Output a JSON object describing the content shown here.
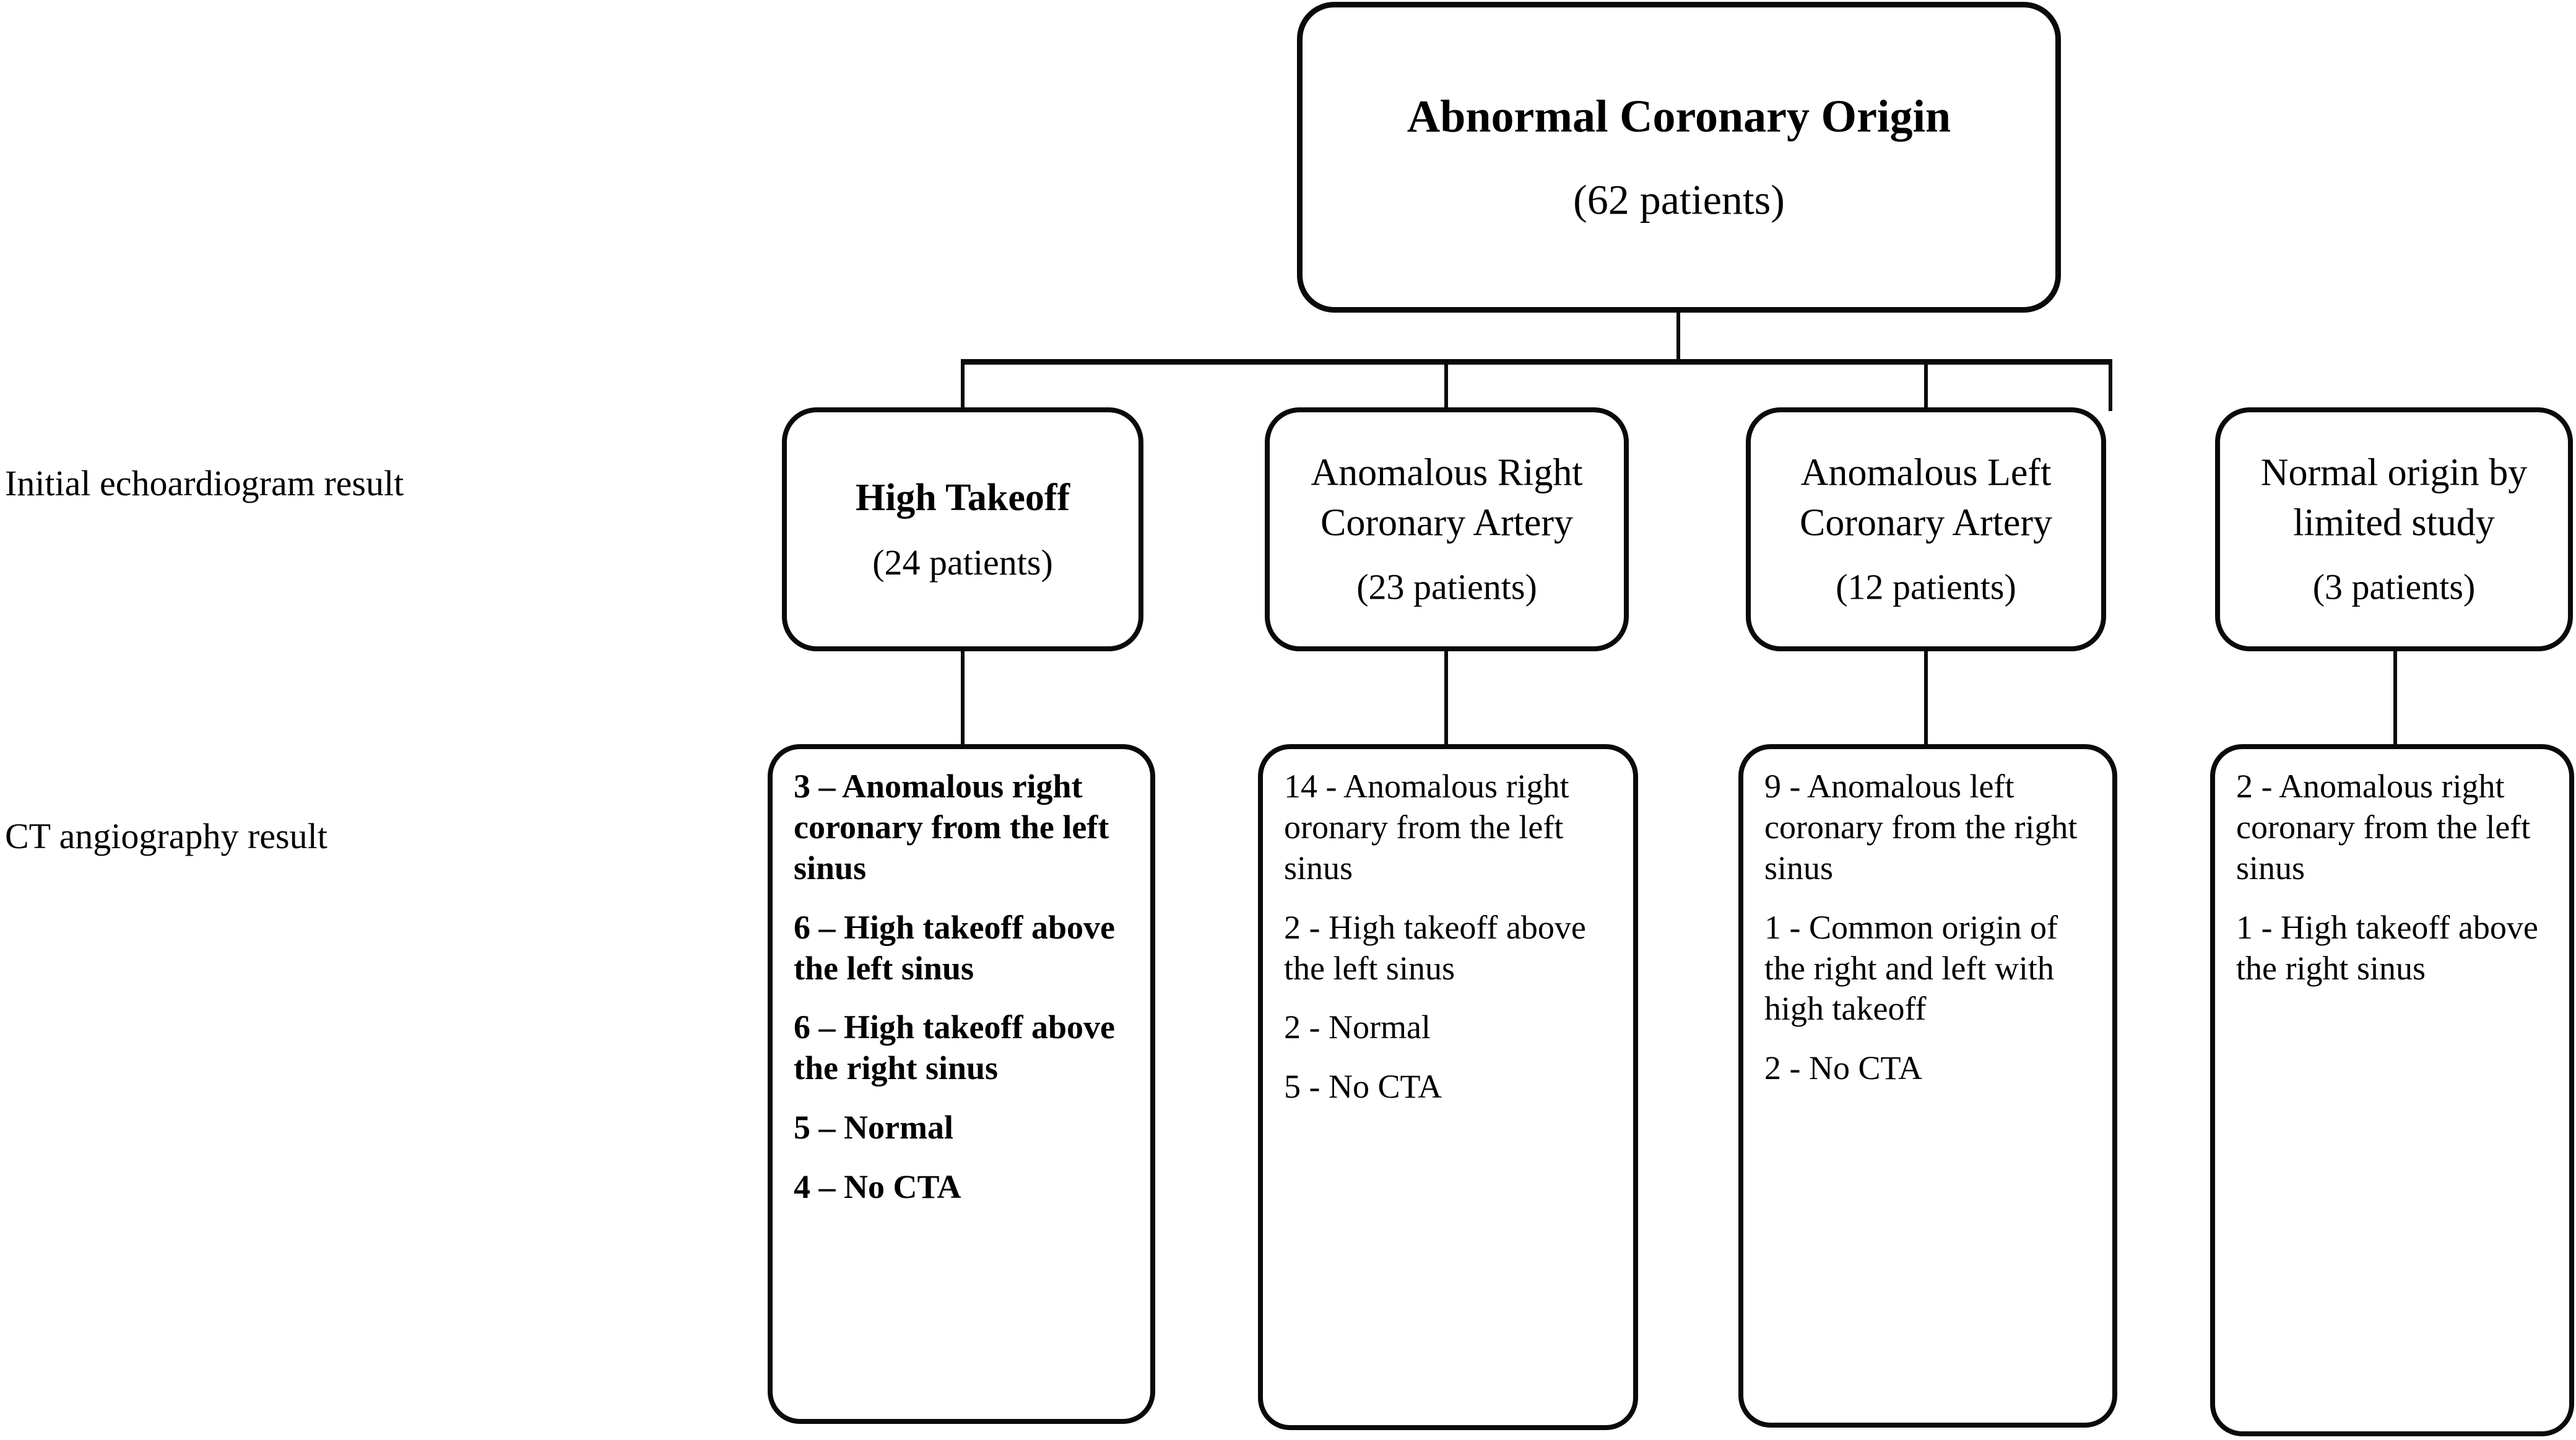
{
  "diagram": {
    "row_labels": [
      {
        "text": "Initial echoardiogram result"
      },
      {
        "text": "CT angiography result"
      }
    ],
    "root": {
      "title": "Abnormal Coronary Origin",
      "count": "(62 patients)"
    },
    "echo_nodes": [
      {
        "title": "High Takeoff",
        "count": "(24 patients)",
        "bold": true
      },
      {
        "title": "Anomalous Right Coronary Artery",
        "count": "(23 patients)",
        "bold": false
      },
      {
        "title": "Anomalous Left Coronary Artery",
        "count": "(12 patients)",
        "bold": false
      },
      {
        "title": "Normal origin by limited study",
        "count": "(3 patients)",
        "bold": false
      }
    ],
    "cta_nodes": [
      {
        "bold": true,
        "items": [
          "3 – Anomalous right coronary from the left sinus",
          "6 – High takeoff above the left sinus",
          "6 – High takeoff above the right sinus",
          "5 – Normal",
          "4 – No CTA"
        ]
      },
      {
        "bold": false,
        "items": [
          "14 - Anomalous right oronary from the left sinus",
          "2 - High takeoff above the left sinus",
          "2 - Normal",
          "5 - No CTA"
        ]
      },
      {
        "bold": false,
        "items": [
          "9 - Anomalous left coronary from the right sinus",
          "1 - Common origin of the right and left with high takeoff",
          "2 - No CTA"
        ]
      },
      {
        "bold": false,
        "items": [
          "2 - Anomalous right coronary from the left sinus",
          "1 - High takeoff above the right sinus"
        ]
      }
    ],
    "colors": {
      "stroke": "#0a0a0a",
      "background": "#ffffff",
      "text": "#000000"
    }
  }
}
